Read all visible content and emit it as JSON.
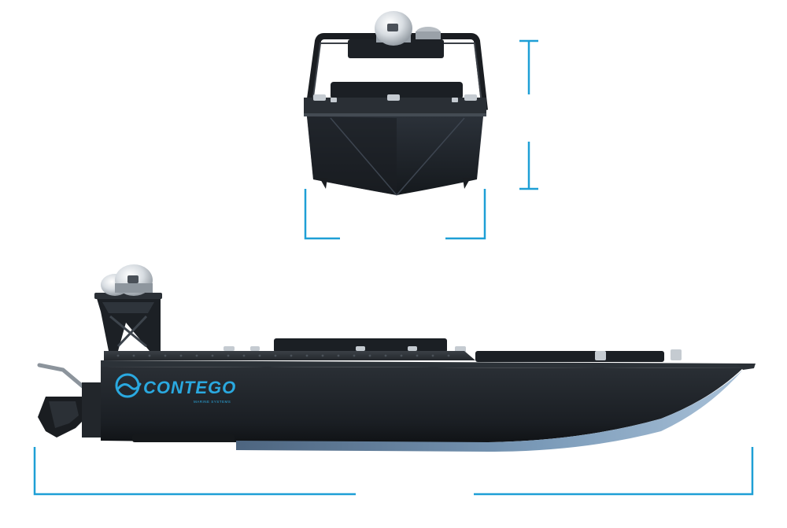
{
  "brand": {
    "name": "CONTEGO",
    "tagline": "MARINE SYSTEMS"
  },
  "colors": {
    "dimension_line": "#1e9fd6",
    "hull": "#1f242a",
    "hull_dark": "#14181c",
    "hull_light": "#3a4350",
    "keel_highlight": "#6d8eb0",
    "brand_accent": "#2aa9e0",
    "dome": "#d8dde2"
  },
  "views": {
    "front": {
      "icon": "boat-front-view"
    },
    "side": {
      "icon": "boat-side-view"
    }
  }
}
